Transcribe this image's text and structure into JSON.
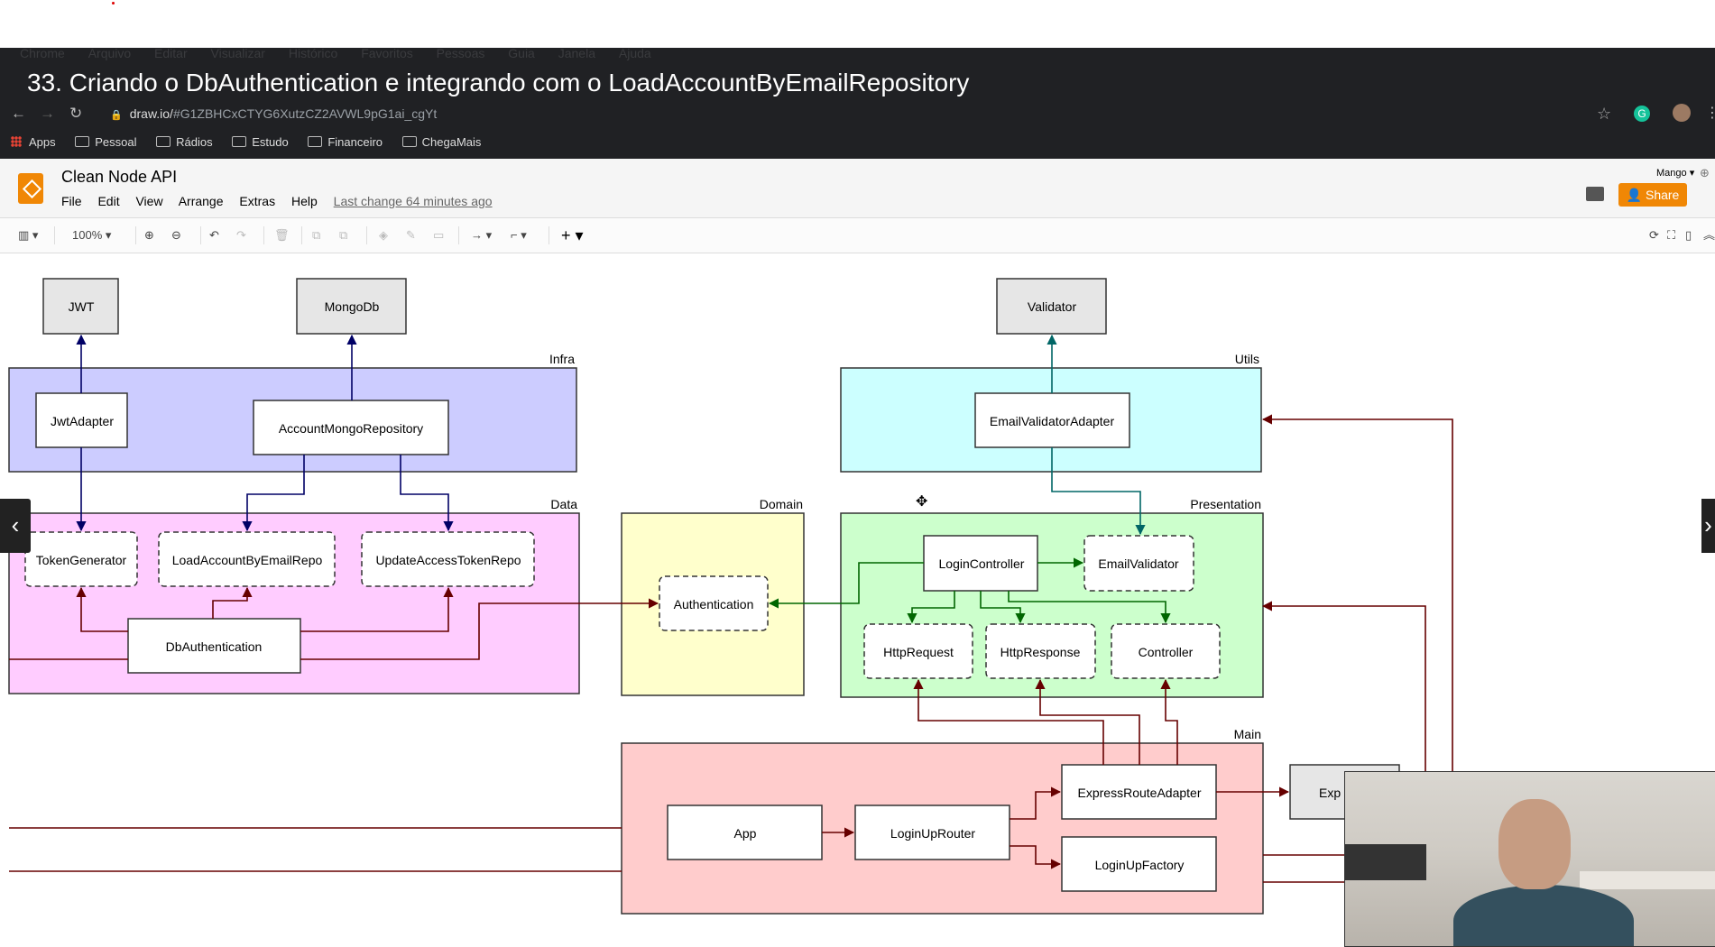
{
  "video_title": "33. Criando o DbAuthentication e integrando com o LoadAccountByEmailRepository",
  "mac_menu": [
    "Chrome",
    "Arquivo",
    "Editar",
    "Visualizar",
    "Histórico",
    "Favoritos",
    "Pessoas",
    "Guia",
    "Janela",
    "Ajuda"
  ],
  "browser": {
    "url_host": "draw.io/",
    "url_path": "#G1ZBHCxCTYG6XutzCZ2AVWL9pG1ai_cgYt",
    "bookmarks": [
      "Apps",
      "Pessoal",
      "Rádios",
      "Estudo",
      "Financeiro",
      "ChegaMais"
    ]
  },
  "drawio": {
    "title": "Clean Node API",
    "menu": [
      "File",
      "Edit",
      "View",
      "Arrange",
      "Extras",
      "Help"
    ],
    "last_change": "Last change 64 minutes ago",
    "user": "Mango",
    "share_label": "Share",
    "zoom": "100%"
  },
  "diagram": {
    "groups": {
      "infra": "Infra",
      "data": "Data",
      "domain": "Domain",
      "utils": "Utils",
      "presentation": "Presentation",
      "main": "Main"
    },
    "nodes": {
      "jwt": "JWT",
      "mongodb": "MongoDb",
      "validator": "Validator",
      "jwt_adapter": "JwtAdapter",
      "account_mongo_repository": "AccountMongoRepository",
      "email_validator_adapter": "EmailValidatorAdapter",
      "token_generator": "TokenGenerator",
      "load_account_by_email_repo": "LoadAccountByEmailRepo",
      "update_access_token_repo": "UpdateAccessTokenRepo",
      "db_authentication": "DbAuthentication",
      "authentication": "Authentication",
      "login_controller": "LoginController",
      "email_validator": "EmailValidator",
      "http_request": "HttpRequest",
      "http_response": "HttpResponse",
      "controller": "Controller",
      "app": "App",
      "login_up_router": "LoginUpRouter",
      "express_route_adapter": "ExpressRouteAdapter",
      "login_up_factory": "LoginUpFactory",
      "express": "Exp"
    },
    "colors": {
      "infra": "#ccccff",
      "data": "#ffccff",
      "domain": "#ffffcc",
      "utils": "#ccffff",
      "presentation": "#ccffcc",
      "main": "#ffcccc",
      "external": "#e6e6e6",
      "arrow_infra": "#000066",
      "arrow_main": "#660000",
      "arrow_presentation": "#006600",
      "arrow_utils": "#006666"
    }
  }
}
